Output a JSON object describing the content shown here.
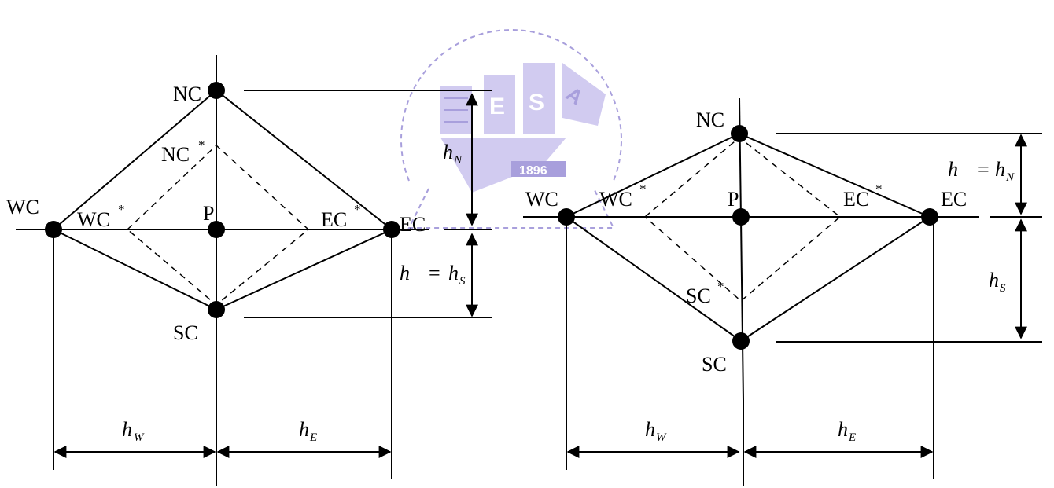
{
  "watermark": {
    "year": "1896",
    "letters": [
      "E",
      "S",
      "A"
    ]
  },
  "labels": {
    "nc": "NC",
    "sc": "SC",
    "wc": "WC",
    "ec": "EC",
    "p": "P",
    "star": "*",
    "h": "h",
    "eq": "=",
    "sub_n": "N",
    "sub_s": "S",
    "sub_w": "W",
    "sub_e": "E"
  },
  "colors": {
    "line": "#000000",
    "watermark": "#9a8fd6",
    "watermark_fill": "#c9c2ee",
    "background": "#ffffff"
  },
  "diagrams": [
    {
      "id": "left",
      "description_labels": [
        "NC",
        "NC*",
        "WC",
        "WC*",
        "P",
        "EC*",
        "EC",
        "SC",
        "h = hS",
        "hN",
        "hW",
        "hE"
      ]
    },
    {
      "id": "right",
      "description_labels": [
        "NC",
        "WC",
        "WC*",
        "P",
        "EC*",
        "EC",
        "SC*",
        "SC",
        "h = hN",
        "hS",
        "hW",
        "hE"
      ]
    }
  ]
}
